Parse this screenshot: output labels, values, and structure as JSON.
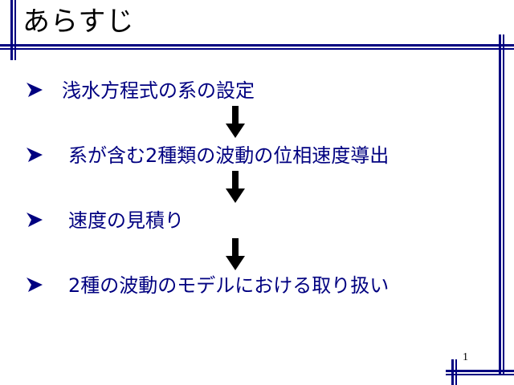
{
  "slide": {
    "title": "あらすじ",
    "items": [
      {
        "label": "浅水方程式の系の設定"
      },
      {
        "label": "系が含む2種類の波動の位相速度導出"
      },
      {
        "label": "速度の見積り"
      },
      {
        "label": "2種の波動のモデルにおける取り扱い"
      }
    ],
    "page_number": "1",
    "colors": {
      "accent": "#000080",
      "title": "#000000"
    }
  }
}
